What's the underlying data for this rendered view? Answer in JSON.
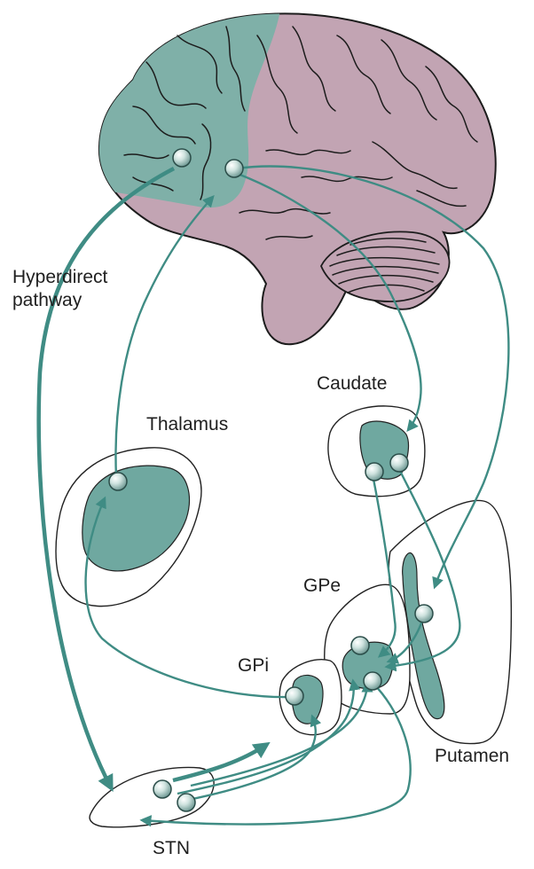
{
  "labels": {
    "hyperdirect_line1": "Hyperdirect",
    "hyperdirect_line2": "pathway",
    "caudate": "Caudate",
    "thalamus": "Thalamus",
    "gpe": "GPe",
    "gpi": "GPi",
    "putamen": "Putamen",
    "stn": "STN"
  },
  "colors": {
    "pathway": "#3f8c84",
    "frontal_cortex": "#7fb0a8",
    "posterior_cortex": "#c2a4b3",
    "nucleus_fill": "#6fa8a0",
    "outline": "#222222"
  }
}
